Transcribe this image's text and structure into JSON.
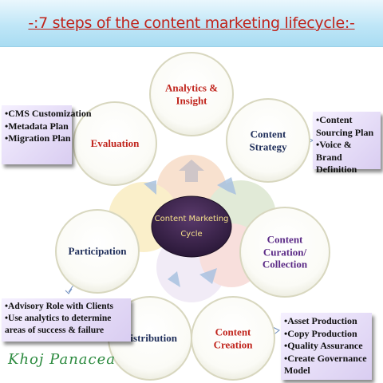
{
  "title": "-:7 steps of the content marketing lifecycle:-",
  "center": {
    "line1": "Content Marketing",
    "line2": "Cycle"
  },
  "nodes": {
    "analytics": "Analytics & Insight",
    "strategy": "Content Strategy",
    "curation": "Content Curation/ Collection",
    "creation": "Content Creation",
    "distribution": "Distribution",
    "participation": "Participation",
    "evaluation": "Evaluation"
  },
  "notes": {
    "evaluation": [
      "•CMS Customization",
      "•Metadata Plan",
      "•Migration Plan"
    ],
    "strategy": [
      "•Content Sourcing Plan",
      "•Voice & Brand Definition"
    ],
    "participation": [
      "•Advisory Role with Clients",
      "•Use analytics to determine",
      "areas of success & failure"
    ],
    "creation": [
      "•Asset Production",
      "•Copy Production",
      "•Quality Assurance",
      "•Create Governance Model"
    ]
  },
  "brand": "Khoj Panacea",
  "colors": {
    "title": "#c0241c",
    "node_red": "#c0241c",
    "node_navy": "#1f2e5a",
    "node_purple": "#5b2a86",
    "center_fill": "#3a2448",
    "center_text": "#f5e08a",
    "note_fill": "#e6dcf6",
    "brand": "#2b8a3e"
  }
}
